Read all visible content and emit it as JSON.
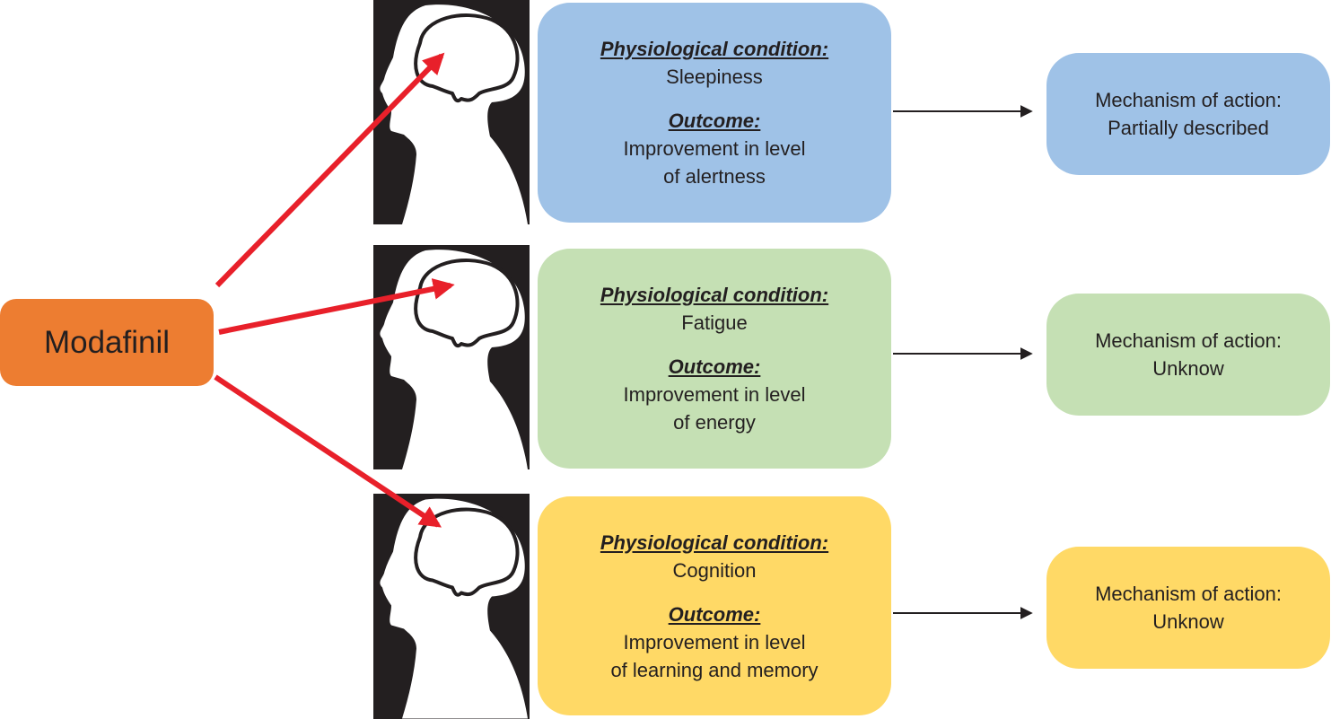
{
  "colors": {
    "drug": "#ed7d31",
    "row_fills": [
      "#9fc2e7",
      "#c5e0b4",
      "#ffd966"
    ],
    "panel": "#231f20",
    "red_arrow": "#e8202a",
    "black_arrow": "#231f20"
  },
  "drug": {
    "label": "Modafinil"
  },
  "rows": [
    {
      "condition_header": "Physiological condition:",
      "condition": "Sleepiness",
      "outcome_header": "Outcome:",
      "outcome_lines": [
        "Improvement in level",
        "of alertness"
      ],
      "mechanism_lines": [
        "Mechanism of action:",
        "Partially described"
      ],
      "icon": "head-brain-silhouette-icon"
    },
    {
      "condition_header": "Physiological condition:",
      "condition": "Fatigue",
      "outcome_header": "Outcome:",
      "outcome_lines": [
        "Improvement in level",
        "of energy"
      ],
      "mechanism_lines": [
        "Mechanism of action:",
        "Unknow"
      ],
      "icon": "head-brain-silhouette-icon"
    },
    {
      "condition_header": "Physiological condition:",
      "condition": "Cognition",
      "outcome_header": "Outcome:",
      "outcome_lines": [
        "Improvement in level",
        "of learning and memory"
      ],
      "mechanism_lines": [
        "Mechanism of action:",
        "Unknow"
      ],
      "icon": "head-brain-silhouette-icon"
    }
  ]
}
